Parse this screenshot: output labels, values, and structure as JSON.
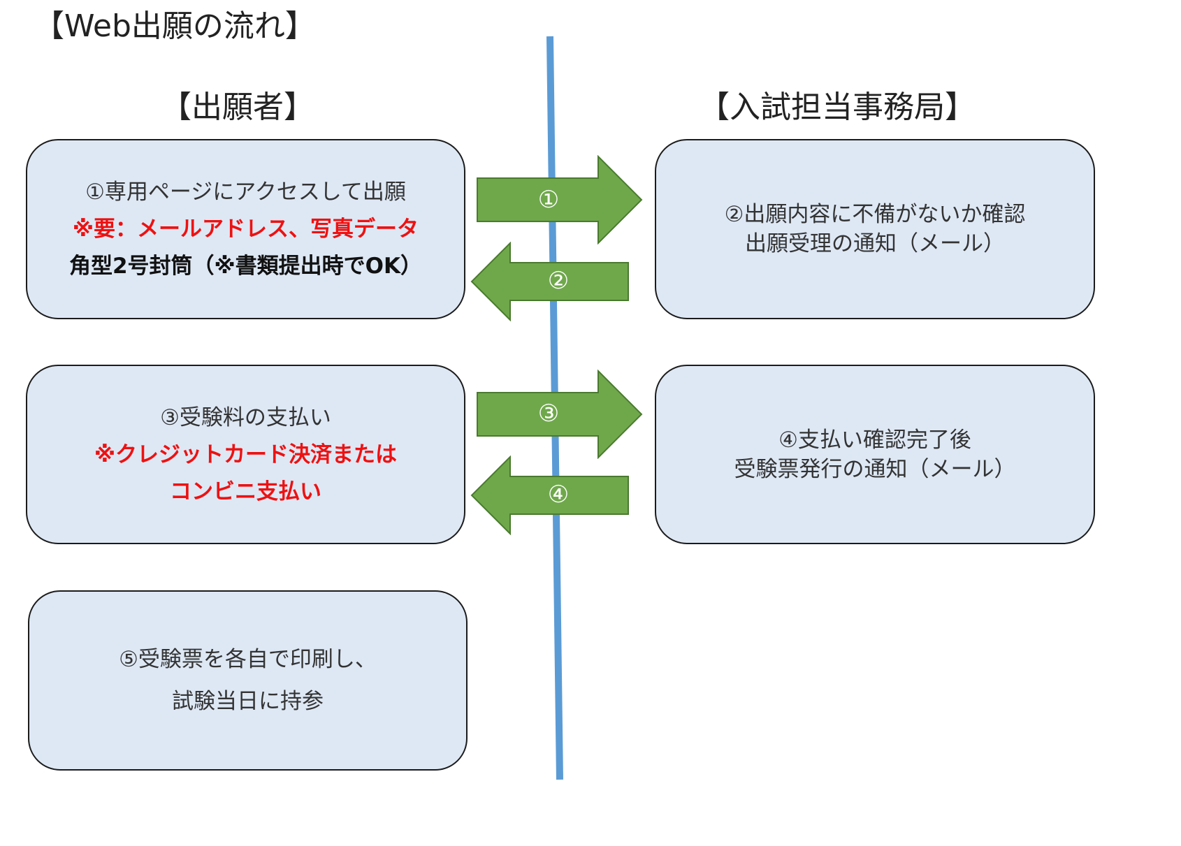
{
  "title": "【Web出願の流れ】",
  "columns": {
    "applicant": "【出願者】",
    "office": "【入試担当事務局】"
  },
  "steps": {
    "step1": {
      "line1": "①専用ページにアクセスして出願",
      "line2": "※要：メールアドレス、写真データ",
      "line3": "角型2号封筒（※書類提出時でOK）"
    },
    "step2": {
      "line1": "②出願内容に不備がないか確認",
      "line2": "出願受理の通知（メール）"
    },
    "step3": {
      "line1": "③受験料の支払い",
      "line2": "※クレジットカード決済または",
      "line3": "コンビニ支払い"
    },
    "step4": {
      "line1": "④支払い確認完了後",
      "line2": "受験票発行の通知（メール）"
    },
    "step5": {
      "line1": "⑤受験票を各自で印刷し、",
      "line2": "試験当日に持参"
    }
  },
  "arrows": {
    "a1": "①",
    "a2": "②",
    "a3": "③",
    "a4": "④"
  },
  "colors": {
    "box_fill": "#dee8f5",
    "arrow_fill": "#6fa84b",
    "arrow_stroke": "#4a7a2e",
    "divider": "#5b9bd5",
    "emphasis": "#ee1111"
  }
}
